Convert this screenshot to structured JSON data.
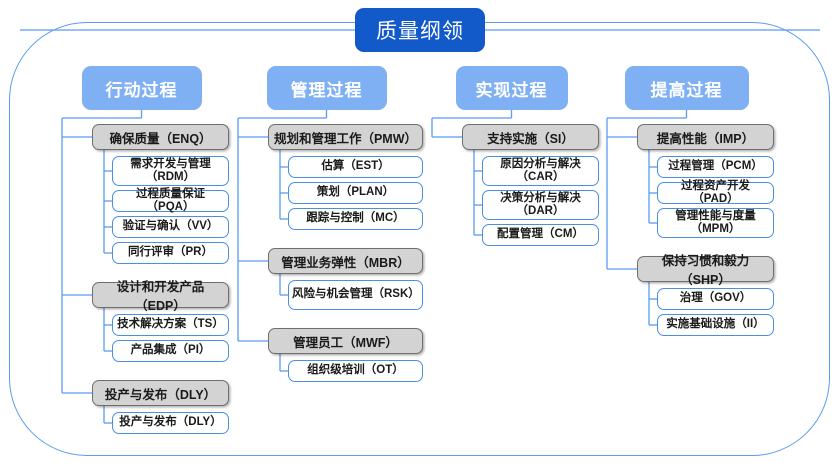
{
  "diagram": {
    "title": "质量纲领",
    "frame_color": "#5b9bf0",
    "title_color": "#1259ca",
    "header_color": "#7fb0f3",
    "group_color": "#d3d3d3",
    "leaf_border_color": "#4a90e2",
    "connector_color": "#5b9bf0"
  },
  "columns": [
    {
      "header": "行动过程",
      "groups": [
        {
          "label": "确保质量（ENQ）",
          "items": [
            "需求开发与管理（RDM）",
            "过程质量保证（PQA）",
            "验证与确认（VV）",
            "同行评审（PR）"
          ]
        },
        {
          "label": "设计和开发产品（EDP）",
          "items": [
            "技术解决方案（TS）",
            "产品集成（PI）"
          ]
        },
        {
          "label": "投产与发布（DLY）",
          "items": [
            "投产与发布（DLY）"
          ]
        }
      ]
    },
    {
      "header": "管理过程",
      "groups": [
        {
          "label": "规划和管理工作（PMW）",
          "items": [
            "估算（EST）",
            "策划（PLAN）",
            "跟踪与控制（MC）"
          ]
        },
        {
          "label": "管理业务弹性（MBR）",
          "items": [
            "风险与机会管理（RSK）"
          ]
        },
        {
          "label": "管理员工（MWF）",
          "items": [
            "组织级培训（OT）"
          ]
        }
      ]
    },
    {
      "header": "实现过程",
      "groups": [
        {
          "label": "支持实施（SI）",
          "items": [
            "原因分析与解决（CAR）",
            "决策分析与解决（DAR）",
            "配置管理（CM）"
          ]
        }
      ]
    },
    {
      "header": "提高过程",
      "groups": [
        {
          "label": "提高性能（IMP）",
          "items": [
            "过程管理（PCM）",
            "过程资产开发（PAD）",
            "管理性能与度量（MPM）"
          ]
        },
        {
          "label": "保持习惯和毅力（SHP）",
          "items": [
            "治理（GOV）",
            "实施基础设施（II）"
          ]
        }
      ]
    }
  ]
}
